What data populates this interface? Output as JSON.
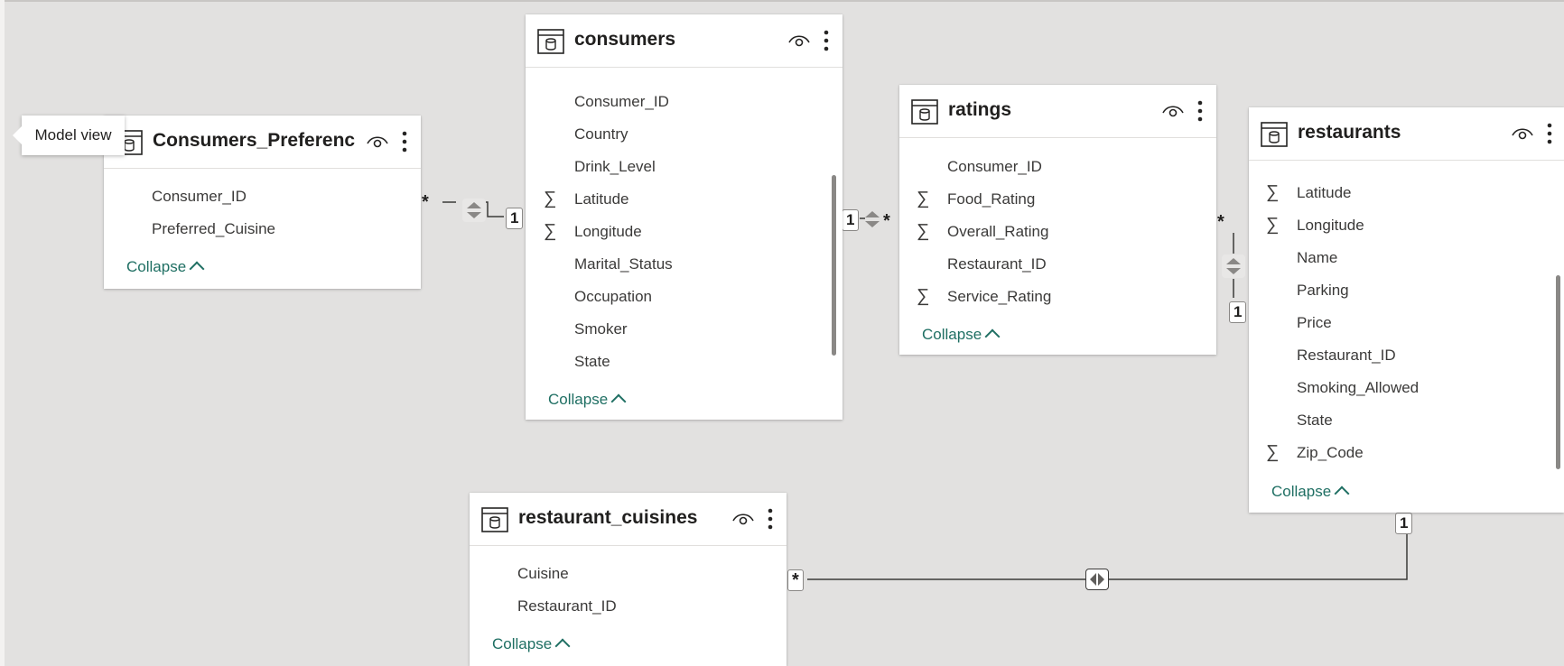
{
  "tooltip": "Model view",
  "tables": {
    "consumers_preferences": {
      "title": "Consumers_Preferenc...",
      "fields": [
        "Consumer_ID",
        "Preferred_Cuisine"
      ],
      "collapse": "Collapse"
    },
    "consumers": {
      "title": "consumers",
      "fields": [
        "Consumer_ID",
        "Country",
        "Drink_Level",
        "Latitude",
        "Longitude",
        "Marital_Status",
        "Occupation",
        "Smoker",
        "State"
      ],
      "collapse": "Collapse"
    },
    "ratings": {
      "title": "ratings",
      "fields": [
        "Consumer_ID",
        "Food_Rating",
        "Overall_Rating",
        "Restaurant_ID",
        "Service_Rating"
      ],
      "collapse": "Collapse"
    },
    "restaurants": {
      "title": "restaurants",
      "fields": [
        "Latitude",
        "Longitude",
        "Name",
        "Parking",
        "Price",
        "Restaurant_ID",
        "Smoking_Allowed",
        "State",
        "Zip_Code"
      ],
      "collapse": "Collapse"
    },
    "restaurant_cuisines": {
      "title": "restaurant_cuisines",
      "fields": [
        "Cuisine",
        "Restaurant_ID"
      ],
      "collapse": "Collapse"
    }
  },
  "symbols": {
    "sigma": "∑",
    "many": "*",
    "one": "1"
  },
  "icons": {
    "table": "table-icon",
    "visibility": "eye-icon",
    "more": "more-options-icon",
    "filter_single": "single-direction-filter-icon",
    "filter_both": "bidirectional-filter-icon"
  }
}
